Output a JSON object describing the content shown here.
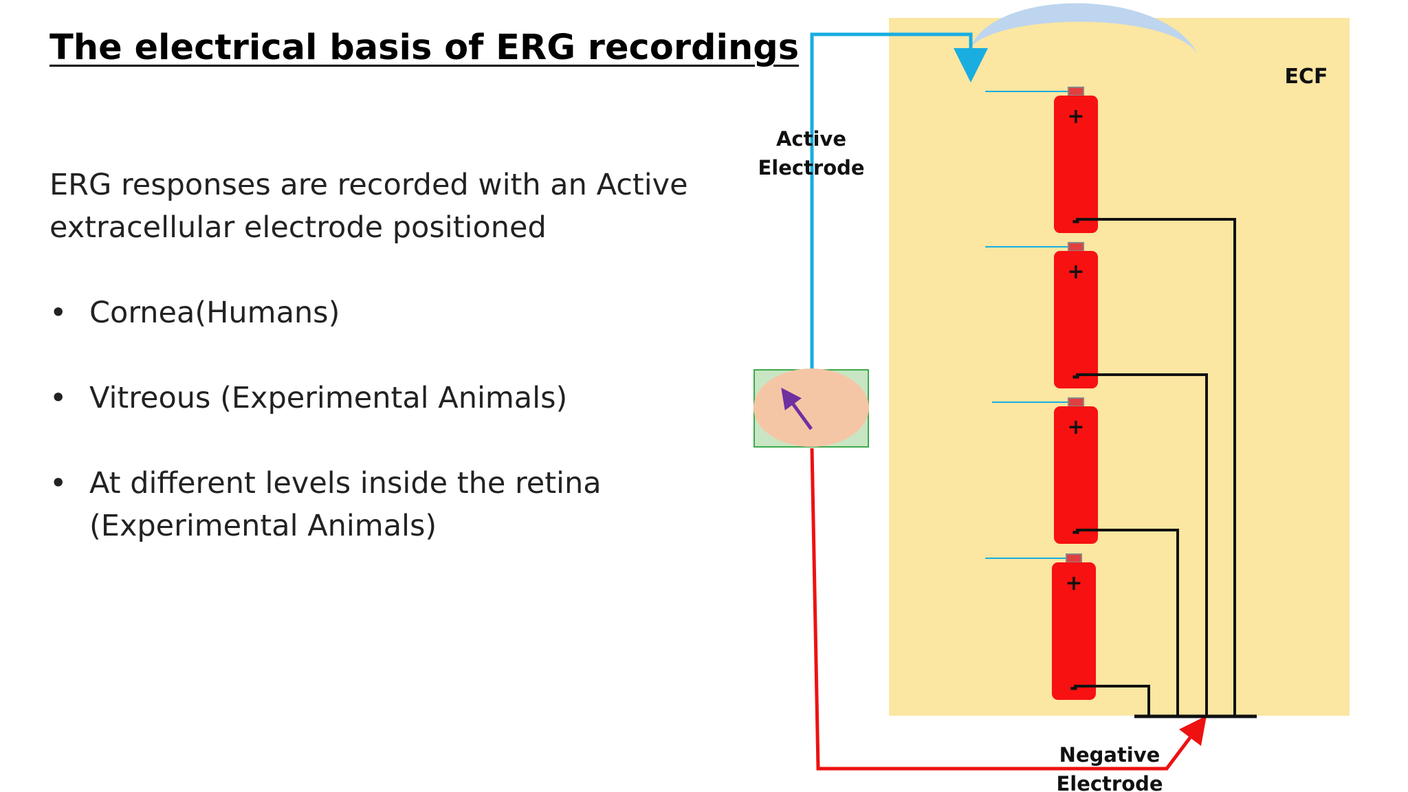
{
  "slide": {
    "title": "The electrical basis of ERG recordings",
    "intro": "ERG responses are recorded with an Active extracellular electrode positioned",
    "bullet_glyph": "•",
    "bullets": [
      "Cornea(Humans)",
      "Vitreous (Experimental Animals)",
      "At different levels inside the retina (Experimental Animals)"
    ]
  },
  "diagram": {
    "ecf_label": "ECF",
    "active_electrode_label": [
      "Active",
      "Electrode"
    ],
    "negative_electrode_label": [
      "Negative",
      "Electrode"
    ],
    "battery_positive": "+",
    "battery_negative": "-",
    "battery_count": 4,
    "colors": {
      "ecf_fill": "#FBE6A2",
      "cornea": "#BDD5EE",
      "active_wire": "#19ADE0",
      "negative_wire": "#EE1111",
      "battery": "#F81111",
      "meter_box": "#C8E6C3",
      "meter_border": "#3DAA4A",
      "meter_ellipse": "#F5C6A6",
      "meter_needle": "#7030A0",
      "lead_wire": "#111111"
    }
  }
}
